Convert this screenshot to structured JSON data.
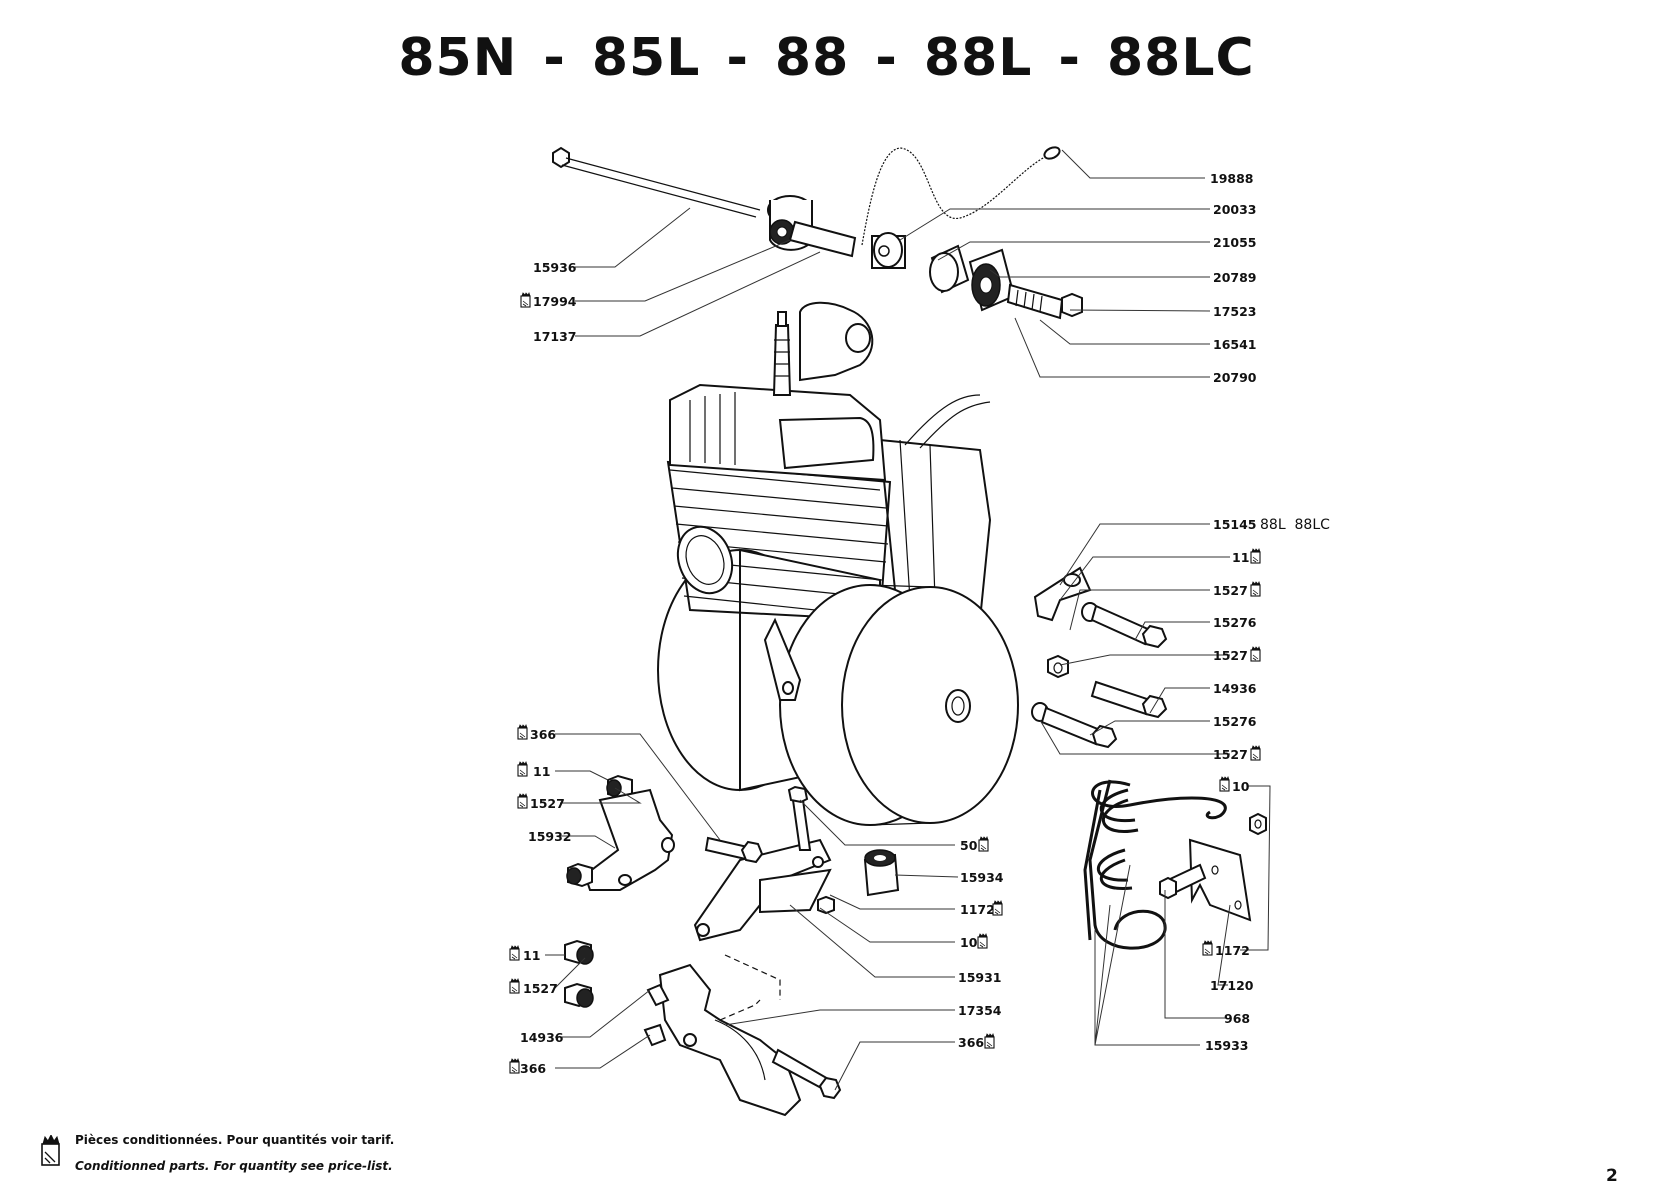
{
  "title": {
    "models": [
      "85N",
      "85L",
      "88",
      "88L",
      "88LC"
    ],
    "separator": "-"
  },
  "conditioned_icon": "conditioned-parts-bag-icon",
  "callouts": [
    {
      "id": "19888",
      "text": "19888",
      "side": "right",
      "conditioned": false
    },
    {
      "id": "20033",
      "text": "20033",
      "side": "right",
      "conditioned": false
    },
    {
      "id": "21055",
      "text": "21055",
      "side": "right",
      "conditioned": false
    },
    {
      "id": "20789",
      "text": "20789",
      "side": "right",
      "conditioned": false
    },
    {
      "id": "17523",
      "text": "17523",
      "side": "right",
      "conditioned": false
    },
    {
      "id": "16541",
      "text": "16541",
      "side": "right",
      "conditioned": false
    },
    {
      "id": "20790",
      "text": "20790",
      "side": "right",
      "conditioned": false
    },
    {
      "id": "15936",
      "text": "15936",
      "side": "left",
      "conditioned": false
    },
    {
      "id": "17994",
      "text": "17994",
      "side": "left",
      "conditioned": true
    },
    {
      "id": "17137",
      "text": "17137",
      "side": "left",
      "conditioned": false
    },
    {
      "id": "15145",
      "text": "15145",
      "side": "right",
      "conditioned": false,
      "note": "88L  88LC"
    },
    {
      "id": "11a",
      "text": "11",
      "side": "right",
      "conditioned": true
    },
    {
      "id": "1527a",
      "text": "1527",
      "side": "right",
      "conditioned": true
    },
    {
      "id": "15276a",
      "text": "15276",
      "side": "right",
      "conditioned": false
    },
    {
      "id": "1527b",
      "text": "1527",
      "side": "right",
      "conditioned": true
    },
    {
      "id": "14936a",
      "text": "14936",
      "side": "right",
      "conditioned": false
    },
    {
      "id": "15276b",
      "text": "15276",
      "side": "right",
      "conditioned": false
    },
    {
      "id": "1527c",
      "text": "1527",
      "side": "right",
      "conditioned": true
    },
    {
      "id": "366a",
      "text": "366",
      "side": "left",
      "conditioned": true
    },
    {
      "id": "11b",
      "text": "11",
      "side": "left",
      "conditioned": true
    },
    {
      "id": "1527d",
      "text": "1527",
      "side": "left",
      "conditioned": true
    },
    {
      "id": "15932",
      "text": "15932",
      "side": "left",
      "conditioned": false
    },
    {
      "id": "50",
      "text": "50",
      "side": "right",
      "conditioned": true
    },
    {
      "id": "15934",
      "text": "15934",
      "side": "right",
      "conditioned": false
    },
    {
      "id": "1172a",
      "text": "1172",
      "side": "right",
      "conditioned": true
    },
    {
      "id": "10a",
      "text": "10",
      "side": "right",
      "conditioned": true
    },
    {
      "id": "15931",
      "text": "15931",
      "side": "right",
      "conditioned": false
    },
    {
      "id": "17354",
      "text": "17354",
      "side": "right",
      "conditioned": false
    },
    {
      "id": "366b",
      "text": "366",
      "side": "right",
      "conditioned": true
    },
    {
      "id": "11c",
      "text": "11",
      "side": "left",
      "conditioned": true
    },
    {
      "id": "1527e",
      "text": "1527",
      "side": "left",
      "conditioned": true
    },
    {
      "id": "14936b",
      "text": "14936",
      "side": "left",
      "conditioned": false
    },
    {
      "id": "366c",
      "text": "366",
      "side": "left",
      "conditioned": true
    },
    {
      "id": "10b",
      "text": "10",
      "side": "left",
      "conditioned": true
    },
    {
      "id": "1172b",
      "text": "1172",
      "side": "left",
      "conditioned": true
    },
    {
      "id": "17120",
      "text": "17120",
      "side": "left",
      "conditioned": false
    },
    {
      "id": "968",
      "text": "968",
      "side": "left",
      "conditioned": false
    },
    {
      "id": "15933",
      "text": "15933",
      "side": "left",
      "conditioned": false
    }
  ],
  "footer": {
    "line_fr": "Pièces conditionnées. Pour quantités voir tarif.",
    "line_en": "Conditionned parts. For quantity see price-list."
  },
  "page_number": "2"
}
